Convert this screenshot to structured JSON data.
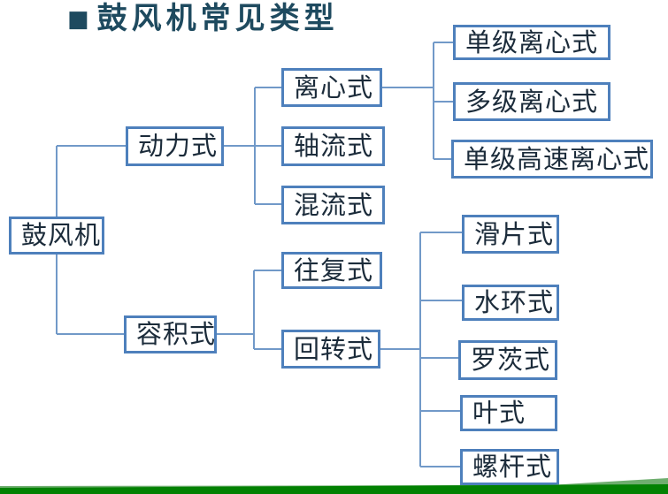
{
  "title": {
    "bullet": "■",
    "text": "鼓风机常见类型"
  },
  "colors": {
    "title_text": "#1E4A5F",
    "box_border": "#4E80BC",
    "box_text": "#1B2B3A",
    "connector": "#7199C8",
    "footer_dark": "#028102",
    "footer_light": "#6FAE6F"
  },
  "diagram": {
    "root": {
      "label": "鼓风机",
      "children": [
        {
          "label": "动力式",
          "children": [
            {
              "label": "离心式",
              "children": [
                {
                  "label": "单级离心式"
                },
                {
                  "label": "多级离心式"
                },
                {
                  "label": "单级高速离心式"
                }
              ]
            },
            {
              "label": "轴流式"
            },
            {
              "label": "混流式"
            }
          ]
        },
        {
          "label": "容积式",
          "children": [
            {
              "label": "往复式"
            },
            {
              "label": "回转式",
              "children": [
                {
                  "label": "滑片式"
                },
                {
                  "label": "水环式"
                },
                {
                  "label": "罗茨式"
                },
                {
                  "label": "叶式"
                },
                {
                  "label": "螺杆式"
                }
              ]
            }
          ]
        }
      ]
    }
  }
}
